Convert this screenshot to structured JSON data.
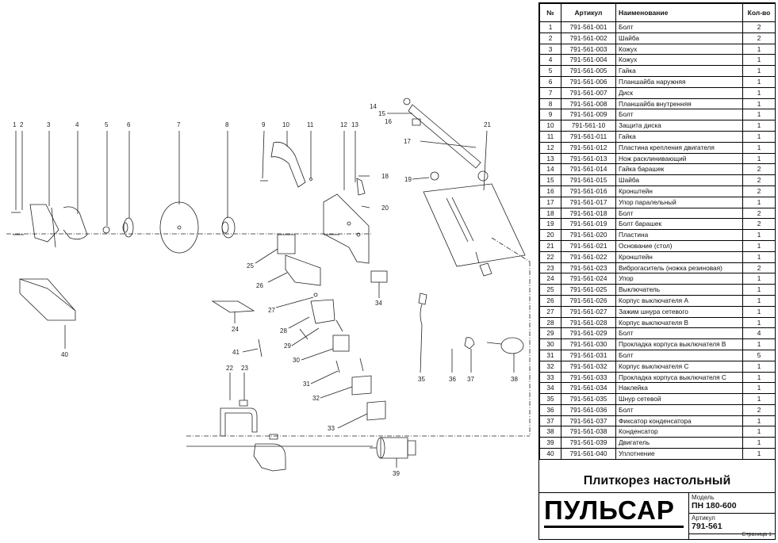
{
  "table": {
    "headers": {
      "num": "№",
      "article": "Артикул",
      "name": "Наименование",
      "qty": "Кол-во"
    },
    "rows": [
      {
        "num": "1",
        "article": "791-561-001",
        "name": "Болт",
        "qty": "2"
      },
      {
        "num": "2",
        "article": "791-561-002",
        "name": "Шайба",
        "qty": "2"
      },
      {
        "num": "3",
        "article": "791-561-003",
        "name": "Кожух",
        "qty": "1"
      },
      {
        "num": "4",
        "article": "791-561-004",
        "name": "Кожух",
        "qty": "1"
      },
      {
        "num": "5",
        "article": "791-561-005",
        "name": "Гайка",
        "qty": "1"
      },
      {
        "num": "6",
        "article": "791-561-006",
        "name": "Планшайба наружняя",
        "qty": "1"
      },
      {
        "num": "7",
        "article": "791-561-007",
        "name": "Диск",
        "qty": "1"
      },
      {
        "num": "8",
        "article": "791-561-008",
        "name": "Планшайба внутренняя",
        "qty": "1"
      },
      {
        "num": "9",
        "article": "791-561-009",
        "name": "Болт",
        "qty": "1"
      },
      {
        "num": "10",
        "article": "791-561-10",
        "name": "Защита диска",
        "qty": "1"
      },
      {
        "num": "11",
        "article": "791-561-011",
        "name": "Гайка",
        "qty": "1"
      },
      {
        "num": "12",
        "article": "791-561-012",
        "name": "Пластина крепления двигателя",
        "qty": "1"
      },
      {
        "num": "13",
        "article": "791-561-013",
        "name": "Нож расклинивающий",
        "qty": "1"
      },
      {
        "num": "14",
        "article": "791-561-014",
        "name": "Гайка барашек",
        "qty": "2"
      },
      {
        "num": "15",
        "article": "791-561-015",
        "name": "Шайба",
        "qty": "2"
      },
      {
        "num": "16",
        "article": "791-561-016",
        "name": "Кронштейн",
        "qty": "2"
      },
      {
        "num": "17",
        "article": "791-561-017",
        "name": "Упор паралельный",
        "qty": "1"
      },
      {
        "num": "18",
        "article": "791-561-018",
        "name": "Болт",
        "qty": "2"
      },
      {
        "num": "19",
        "article": "791-561-019",
        "name": "Болт барашек",
        "qty": "2"
      },
      {
        "num": "20",
        "article": "791-561-020",
        "name": "Пластина",
        "qty": "1"
      },
      {
        "num": "21",
        "article": "791-561-021",
        "name": "Основание (стол)",
        "qty": "1"
      },
      {
        "num": "22",
        "article": "791-561-022",
        "name": "Кронштейн",
        "qty": "1"
      },
      {
        "num": "23",
        "article": "791-561-023",
        "name": "Виброгаситель (ножка резиновая)",
        "qty": "2"
      },
      {
        "num": "24",
        "article": "791-561-024",
        "name": "Упор",
        "qty": "1"
      },
      {
        "num": "25",
        "article": "791-561-025",
        "name": "Выключатель",
        "qty": "1"
      },
      {
        "num": "26",
        "article": "791-561-026",
        "name": "Корпус выключателя А",
        "qty": "1"
      },
      {
        "num": "27",
        "article": "791-561-027",
        "name": "Зажим шнура сетевого",
        "qty": "1"
      },
      {
        "num": "28",
        "article": "791-561-028",
        "name": "Корпус выключателя В",
        "qty": "1"
      },
      {
        "num": "29",
        "article": "791-561-029",
        "name": "Болт",
        "qty": "4"
      },
      {
        "num": "30",
        "article": "791-561-030",
        "name": "Прокладка корпуса выключателя В",
        "qty": "1"
      },
      {
        "num": "31",
        "article": "791-561-031",
        "name": "Болт",
        "qty": "5"
      },
      {
        "num": "32",
        "article": "791-561-032",
        "name": "Корпус выключателя С",
        "qty": "1"
      },
      {
        "num": "33",
        "article": "791-561-033",
        "name": "Прокладка корпуса выключателя С",
        "qty": "1"
      },
      {
        "num": "34",
        "article": "791-561-034",
        "name": "Наклейка",
        "qty": "1"
      },
      {
        "num": "35",
        "article": "791-561-035",
        "name": "Шнур сетевой",
        "qty": "1"
      },
      {
        "num": "36",
        "article": "791-561-036",
        "name": "Болт",
        "qty": "2"
      },
      {
        "num": "37",
        "article": "791-561-037",
        "name": "Фиксатор конденсатора",
        "qty": "1"
      },
      {
        "num": "38",
        "article": "791-561-038",
        "name": "Конденсатор",
        "qty": "1"
      },
      {
        "num": "39",
        "article": "791-561-039",
        "name": "Двигатель",
        "qty": "1"
      },
      {
        "num": "40",
        "article": "791-561-040",
        "name": "Уплотнение",
        "qty": "1"
      }
    ]
  },
  "title_block": {
    "product": "Плиткорез настольный",
    "brand": "ПУЛЬСАР",
    "model_label": "Модель",
    "model_value": "ПН 180-600",
    "article_label": "Артикул",
    "article_value": "791-561",
    "page": "Страница 1"
  },
  "diagram": {
    "callouts": [
      "1",
      "2",
      "3",
      "4",
      "5",
      "6",
      "7",
      "8",
      "9",
      "10",
      "11",
      "12",
      "13",
      "14",
      "15",
      "16",
      "17",
      "18",
      "19",
      "20",
      "21",
      "22",
      "23",
      "24",
      "25",
      "26",
      "27",
      "28",
      "29",
      "30",
      "31",
      "32",
      "33",
      "34",
      "35",
      "36",
      "37",
      "38",
      "39",
      "40",
      "41"
    ]
  }
}
